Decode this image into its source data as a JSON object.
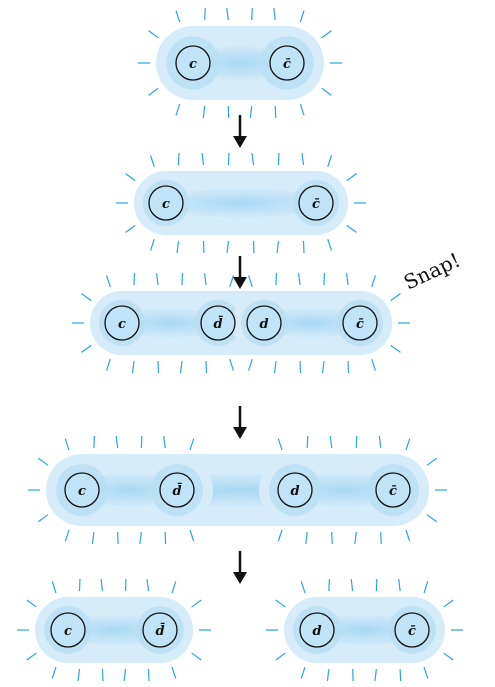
{
  "figure": {
    "steps": [
      {
        "mesons": [
          {
            "quarks": [
              "c",
              "c̄"
            ]
          }
        ]
      },
      {
        "mesons": [
          {
            "quarks": [
              "c",
              "c̄"
            ]
          }
        ]
      },
      {
        "mesons": [
          {
            "quarks": [
              "c",
              "d̄"
            ]
          },
          {
            "quarks": [
              "d",
              "c̄"
            ]
          }
        ]
      },
      {
        "mesons": [
          {
            "quarks": [
              "c",
              "d̄"
            ]
          },
          {
            "quarks": [
              "d",
              "c̄"
            ]
          }
        ]
      },
      {
        "mesons": [
          {
            "quarks": [
              "c",
              "d̄"
            ]
          },
          {
            "quarks": [
              "d",
              "c̄"
            ]
          }
        ]
      }
    ],
    "annotation": "Snap!",
    "colors": {
      "glow_outer": "#d6ecf8",
      "glow_inner": "#b7dff4",
      "quark_fill": "#bfe4f7",
      "quark_stroke": "#111111",
      "rays": "#2aa7d9",
      "arrow": "#111111"
    }
  }
}
